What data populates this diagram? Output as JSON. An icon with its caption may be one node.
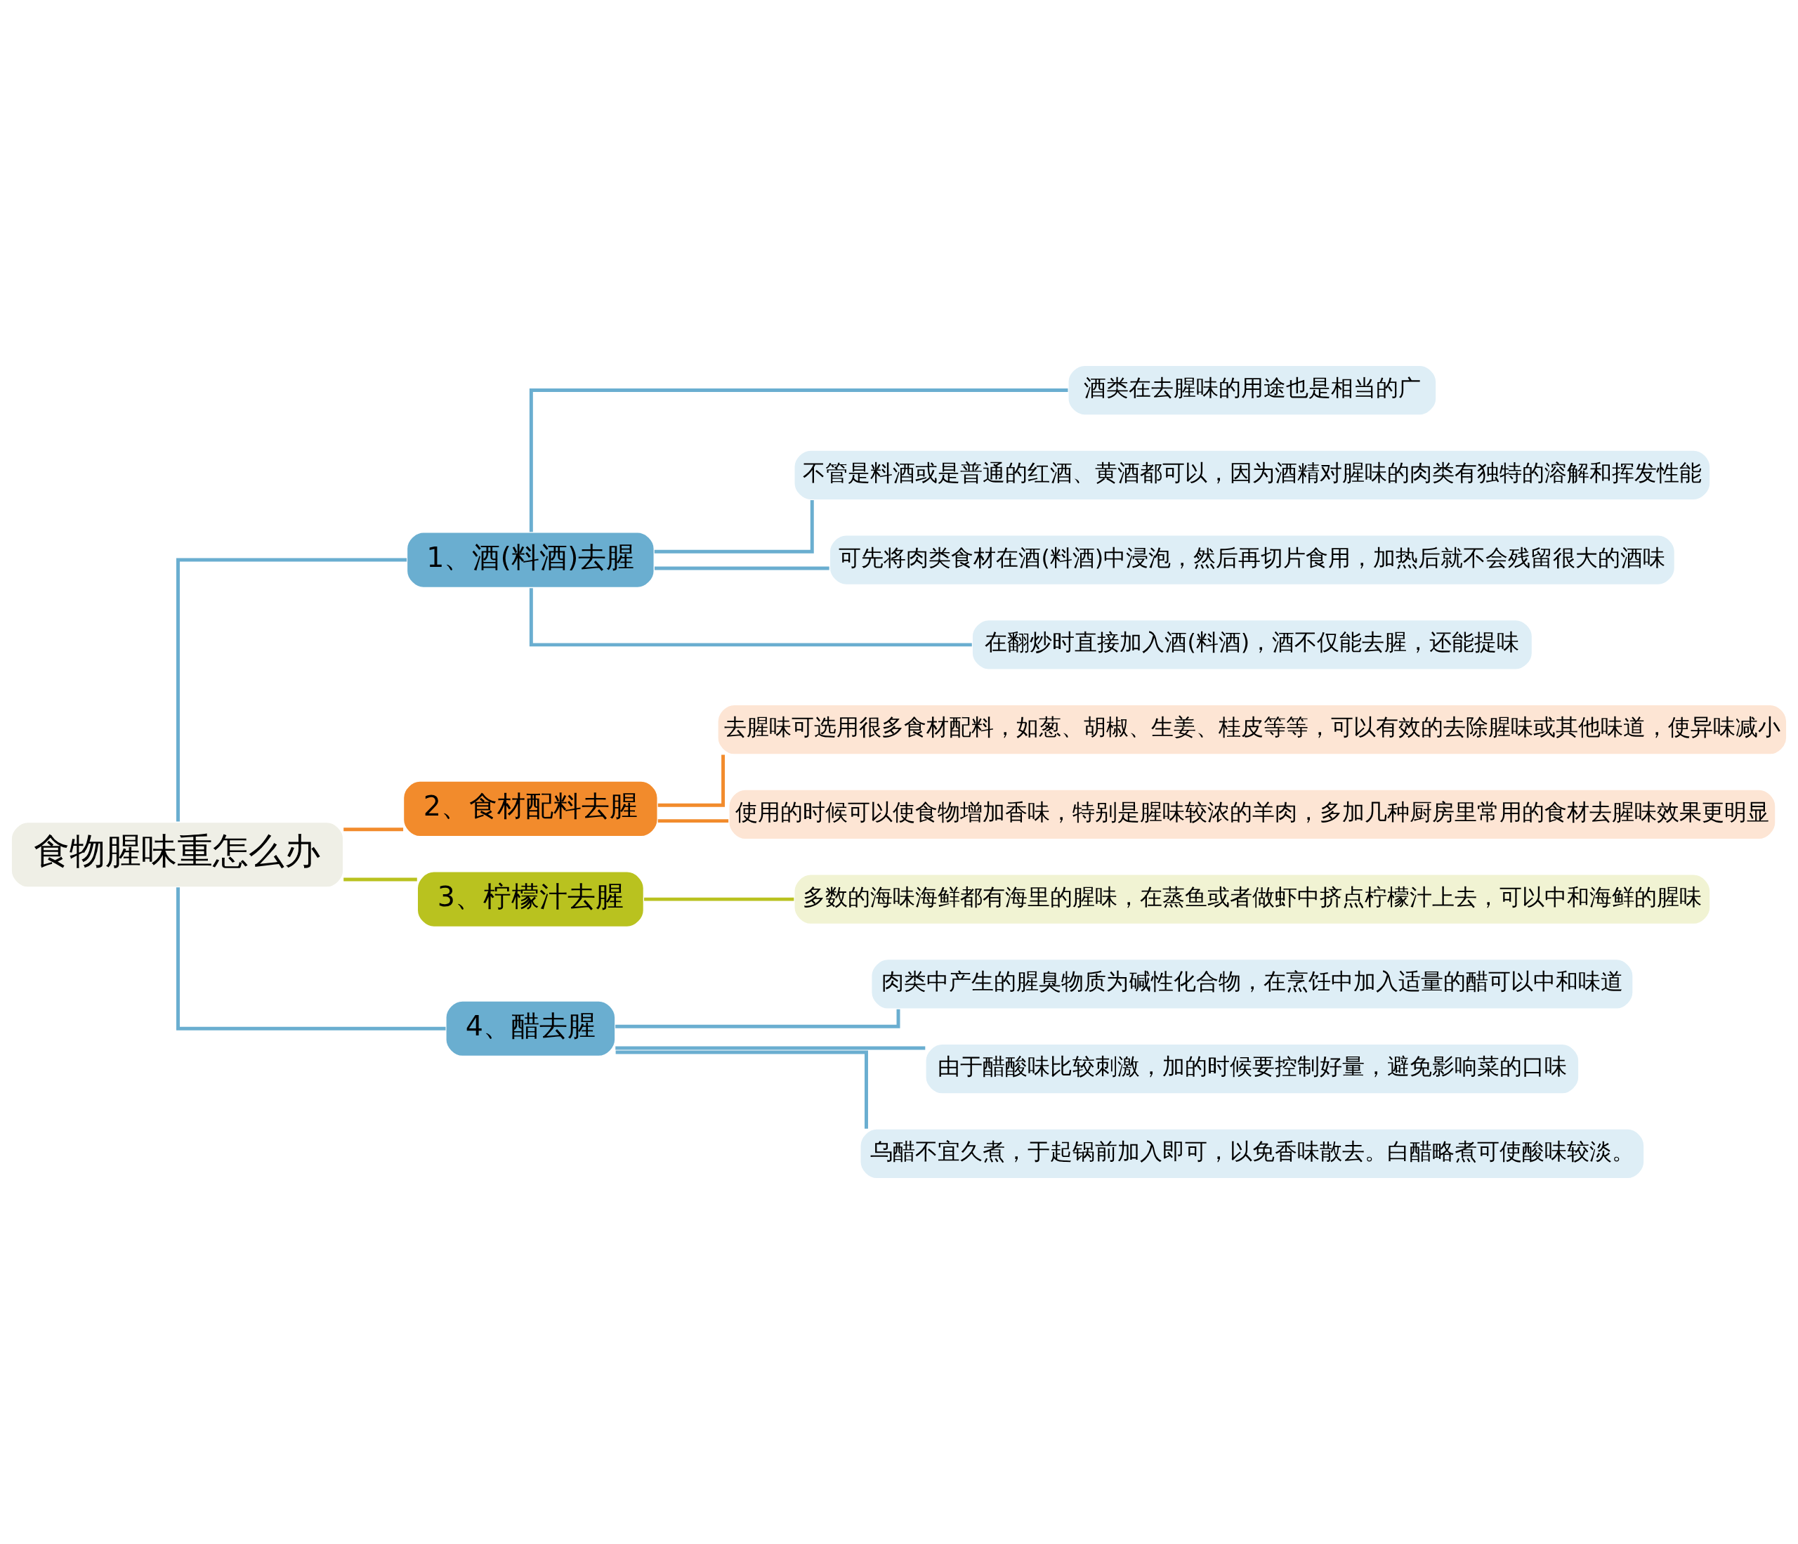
{
  "diagram": {
    "nodes": [
      {
        "text": [
          "食物腥味重怎么办"
        ]
      },
      {
        "text": [
          "1、酒(料酒)去腥"
        ]
      },
      {
        "text": [
          "酒类在去腥味的用途也是相当的广"
        ]
      },
      {
        "text": [
          "不管是料酒或是普通的红酒、黄酒都可以，因为酒精对腥味的肉类有独特的溶解和挥发性能"
        ]
      },
      {
        "text": [
          "可先将肉类食材在酒(料酒)中浸泡，然后再切片食用，加热后就不会残留很大的酒味"
        ]
      },
      {
        "text": [
          "在翻炒时直接加入酒(料酒)，酒不仅能去腥，还能提味"
        ]
      },
      {
        "text": [
          "2、食材配料去腥"
        ]
      },
      {
        "text": [
          "去腥味可选用很多食材配料，如葱、胡椒、生姜、桂皮等等，可以有效的去除腥味或其他味道，使异味减小"
        ]
      },
      {
        "text": [
          "使用的时候可以使食物增加香味，特别是腥味较浓的羊肉，多加几种厨房里常用的食材去腥味效果更明显"
        ]
      },
      {
        "text": [
          "3、柠檬汁去腥"
        ]
      },
      {
        "text": [
          "多数的海味海鲜都有海里的腥味，在蒸鱼或者做虾中挤点柠檬汁上去，可以中和海鲜的腥味"
        ]
      },
      {
        "text": [
          "4、醋去腥"
        ]
      },
      {
        "text": [
          "肉类中产生的腥臭物质为碱性化合物，在烹饪中加入适量的醋可以中和味道"
        ]
      },
      {
        "text": [
          "由于醋酸味比较刺激，加的时候要控制好量，避免影响菜的口味"
        ]
      },
      {
        "text": [
          "乌醋不宜久煮，于起锅前加入即可，以免香味散去。白醋略煮可使酸味较淡。"
        ]
      }
    ],
    "edges": [
      {
        "from": 0,
        "to": 1,
        "arrow": "none"
      },
      {
        "from": 1,
        "to": 2,
        "arrow": "none"
      },
      {
        "from": 1,
        "to": 3,
        "arrow": "none"
      },
      {
        "from": 1,
        "to": 4,
        "arrow": "none"
      },
      {
        "from": 1,
        "to": 5,
        "arrow": "none"
      },
      {
        "from": 0,
        "to": 6,
        "arrow": "none",
        "color": "#f28b2c"
      },
      {
        "from": 6,
        "to": 7,
        "arrow": "none",
        "color": "#f28b2c"
      },
      {
        "from": 6,
        "to": 8,
        "arrow": "none",
        "color": "#f28b2c"
      },
      {
        "from": 0,
        "to": 9,
        "arrow": "none",
        "color": "#b9c21f"
      },
      {
        "from": 9,
        "to": 10,
        "arrow": "none",
        "color": "#b9c21f"
      },
      {
        "from": 0,
        "to": 11,
        "arrow": "none"
      },
      {
        "from": 11,
        "to": 12,
        "arrow": "none"
      },
      {
        "from": 11,
        "to": 13,
        "arrow": "none"
      },
      {
        "from": 11,
        "to": 14,
        "arrow": "none"
      }
    ]
  }
}
